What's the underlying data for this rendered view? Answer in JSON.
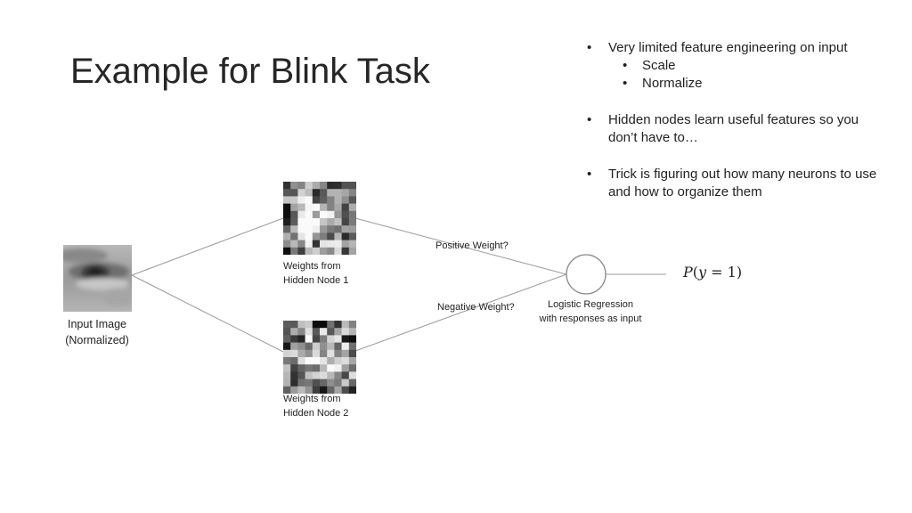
{
  "slide": {
    "title": "Example for Blink Task",
    "bullets": [
      {
        "text": "Very limited feature engineering on input",
        "sub": [
          "Scale",
          "Normalize"
        ]
      },
      {
        "text": "Hidden nodes learn useful features so you don’t have to…",
        "sub": []
      },
      {
        "text": "Trick is figuring out how many neurons to use and how to organize them",
        "sub": []
      }
    ],
    "bullet_symbol": "•"
  },
  "diagram": {
    "input_label_line1": "Input Image",
    "input_label_line2": "(Normalized)",
    "hidden1_label_line1": "Weights from",
    "hidden1_label_line2": "Hidden Node 1",
    "hidden2_label_line1": "Weights from",
    "hidden2_label_line2": "Hidden Node 2",
    "positive_weight": "Positive Weight?",
    "negative_weight": "Negative Weight?",
    "output_label_line1": "Logistic Regression",
    "output_label_line2": "with responses as input",
    "output_formula": {
      "prefix": "P",
      "open": "(",
      "var": "y",
      "eq": " = ",
      "value": "1",
      "close": ")"
    }
  }
}
